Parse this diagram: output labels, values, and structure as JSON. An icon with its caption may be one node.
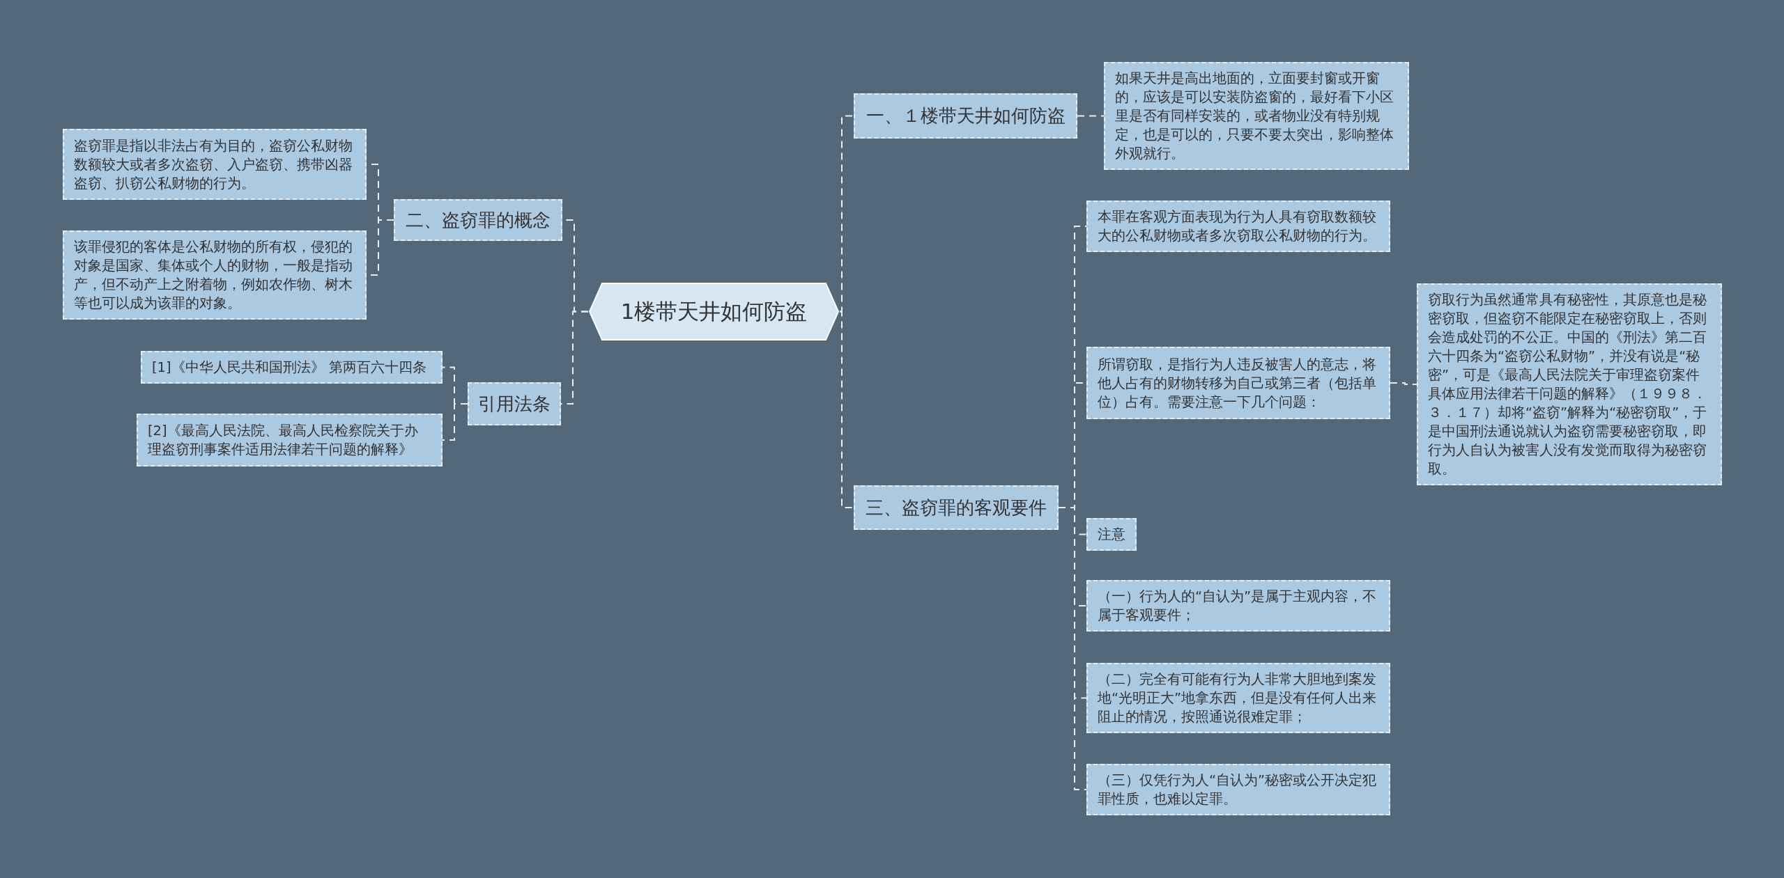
{
  "diagram": {
    "nodes": [
      {
        "text": [
          "1楼带天井如何防盗"
        ]
      },
      {
        "text": [
          "二、盗窃罪的概念"
        ]
      },
      {
        "text": [
          "盗窃罪是指以非法占有为目的，盗窃公私财物数额较大或者多次盗窃、入户盗窃、携带凶器盗窃、扒窃公私财物的行为。"
        ]
      },
      {
        "text": [
          "该罪侵犯的客体是公私财物的所有权，侵犯的对象是国家、集体或个人的财物，一般是指动产，但不动产上之附着物，例如农作物、树木等也可以成为该罪的对象。"
        ]
      },
      {
        "text": [
          "引用法条"
        ]
      },
      {
        "text": [
          "[1]《中华人民共和国刑法》 第两百六十四条"
        ]
      },
      {
        "text": [
          "[2]《最高人民法院、最高人民检察院关于办理盗窃刑事案件适用法律若干问题的解释》"
        ]
      },
      {
        "text": [
          "一、１楼带天井如何防盗"
        ]
      },
      {
        "text": [
          "如果天井是高出地面的，立面要封窗或开窗的，应该是可以安装防盗窗的，最好看下小区里是否有同样安装的，或者物业没有特别规定，也是可以的，只要不要太突出，影响整体外观就行。"
        ]
      },
      {
        "text": [
          "三、盗窃罪的客观要件"
        ]
      },
      {
        "text": [
          "本罪在客观方面表现为行为人具有窃取数额较大的公私财物或者多次窃取公私财物的行为。"
        ]
      },
      {
        "text": [
          "所谓窃取，是指行为人违反被害人的意志，将他人占有的财物转移为自己或第三者（包括单位）占有。需要注意一下几个问题："
        ]
      },
      {
        "text": [
          "窃取行为虽然通常具有秘密性，其原意也是秘密窃取，但盗窃不能限定在秘密窃取上，否则会造成处罚的不公正。中国的《刑法》第二百六十四条为“盗窃公私财物”，并没有说是“秘密”，可是《最高人民法院关于审理盗窃案件具体应用法律若干问题的解释》（１９９８．３．１７）却将“盗窃”解释为“秘密窃取”，于是中国刑法通说就认为盗窃需要秘密窃取，即行为人自认为被害人没有发觉而取得为秘密窃取。"
        ]
      },
      {
        "text": [
          "注意"
        ]
      },
      {
        "text": [
          "（一）行为人的“自认为”是属于主观内容，不属于客观要件；"
        ]
      },
      {
        "text": [
          "（二）完全有可能有行为人非常大胆地到案发地“光明正大”地拿东西，但是没有任何人出来阻止的情况，按照通说很难定罪；"
        ]
      },
      {
        "text": [
          "（三）仅凭行为人“自认为”秘密或公开决定犯罪性质，也难以定罪。"
        ]
      }
    ],
    "edges": [
      {
        "from": 0,
        "to": 1,
        "arrow": "none"
      },
      {
        "from": 1,
        "to": 2,
        "arrow": "none"
      },
      {
        "from": 1,
        "to": 3,
        "arrow": "none"
      },
      {
        "from": 0,
        "to": 4,
        "arrow": "none"
      },
      {
        "from": 4,
        "to": 5,
        "arrow": "none"
      },
      {
        "from": 4,
        "to": 6,
        "arrow": "none"
      },
      {
        "from": 0,
        "to": 7,
        "arrow": "none"
      },
      {
        "from": 7,
        "to": 8,
        "arrow": "none"
      },
      {
        "from": 0,
        "to": 9,
        "arrow": "none"
      },
      {
        "from": 9,
        "to": 10,
        "arrow": "none"
      },
      {
        "from": 9,
        "to": 11,
        "arrow": "none"
      },
      {
        "from": 11,
        "to": 12,
        "arrow": "none"
      },
      {
        "from": 9,
        "to": 13,
        "arrow": "none"
      },
      {
        "from": 9,
        "to": 14,
        "arrow": "none"
      },
      {
        "from": 9,
        "to": 15,
        "arrow": "none"
      },
      {
        "from": 9,
        "to": 16,
        "arrow": "none"
      }
    ]
  }
}
